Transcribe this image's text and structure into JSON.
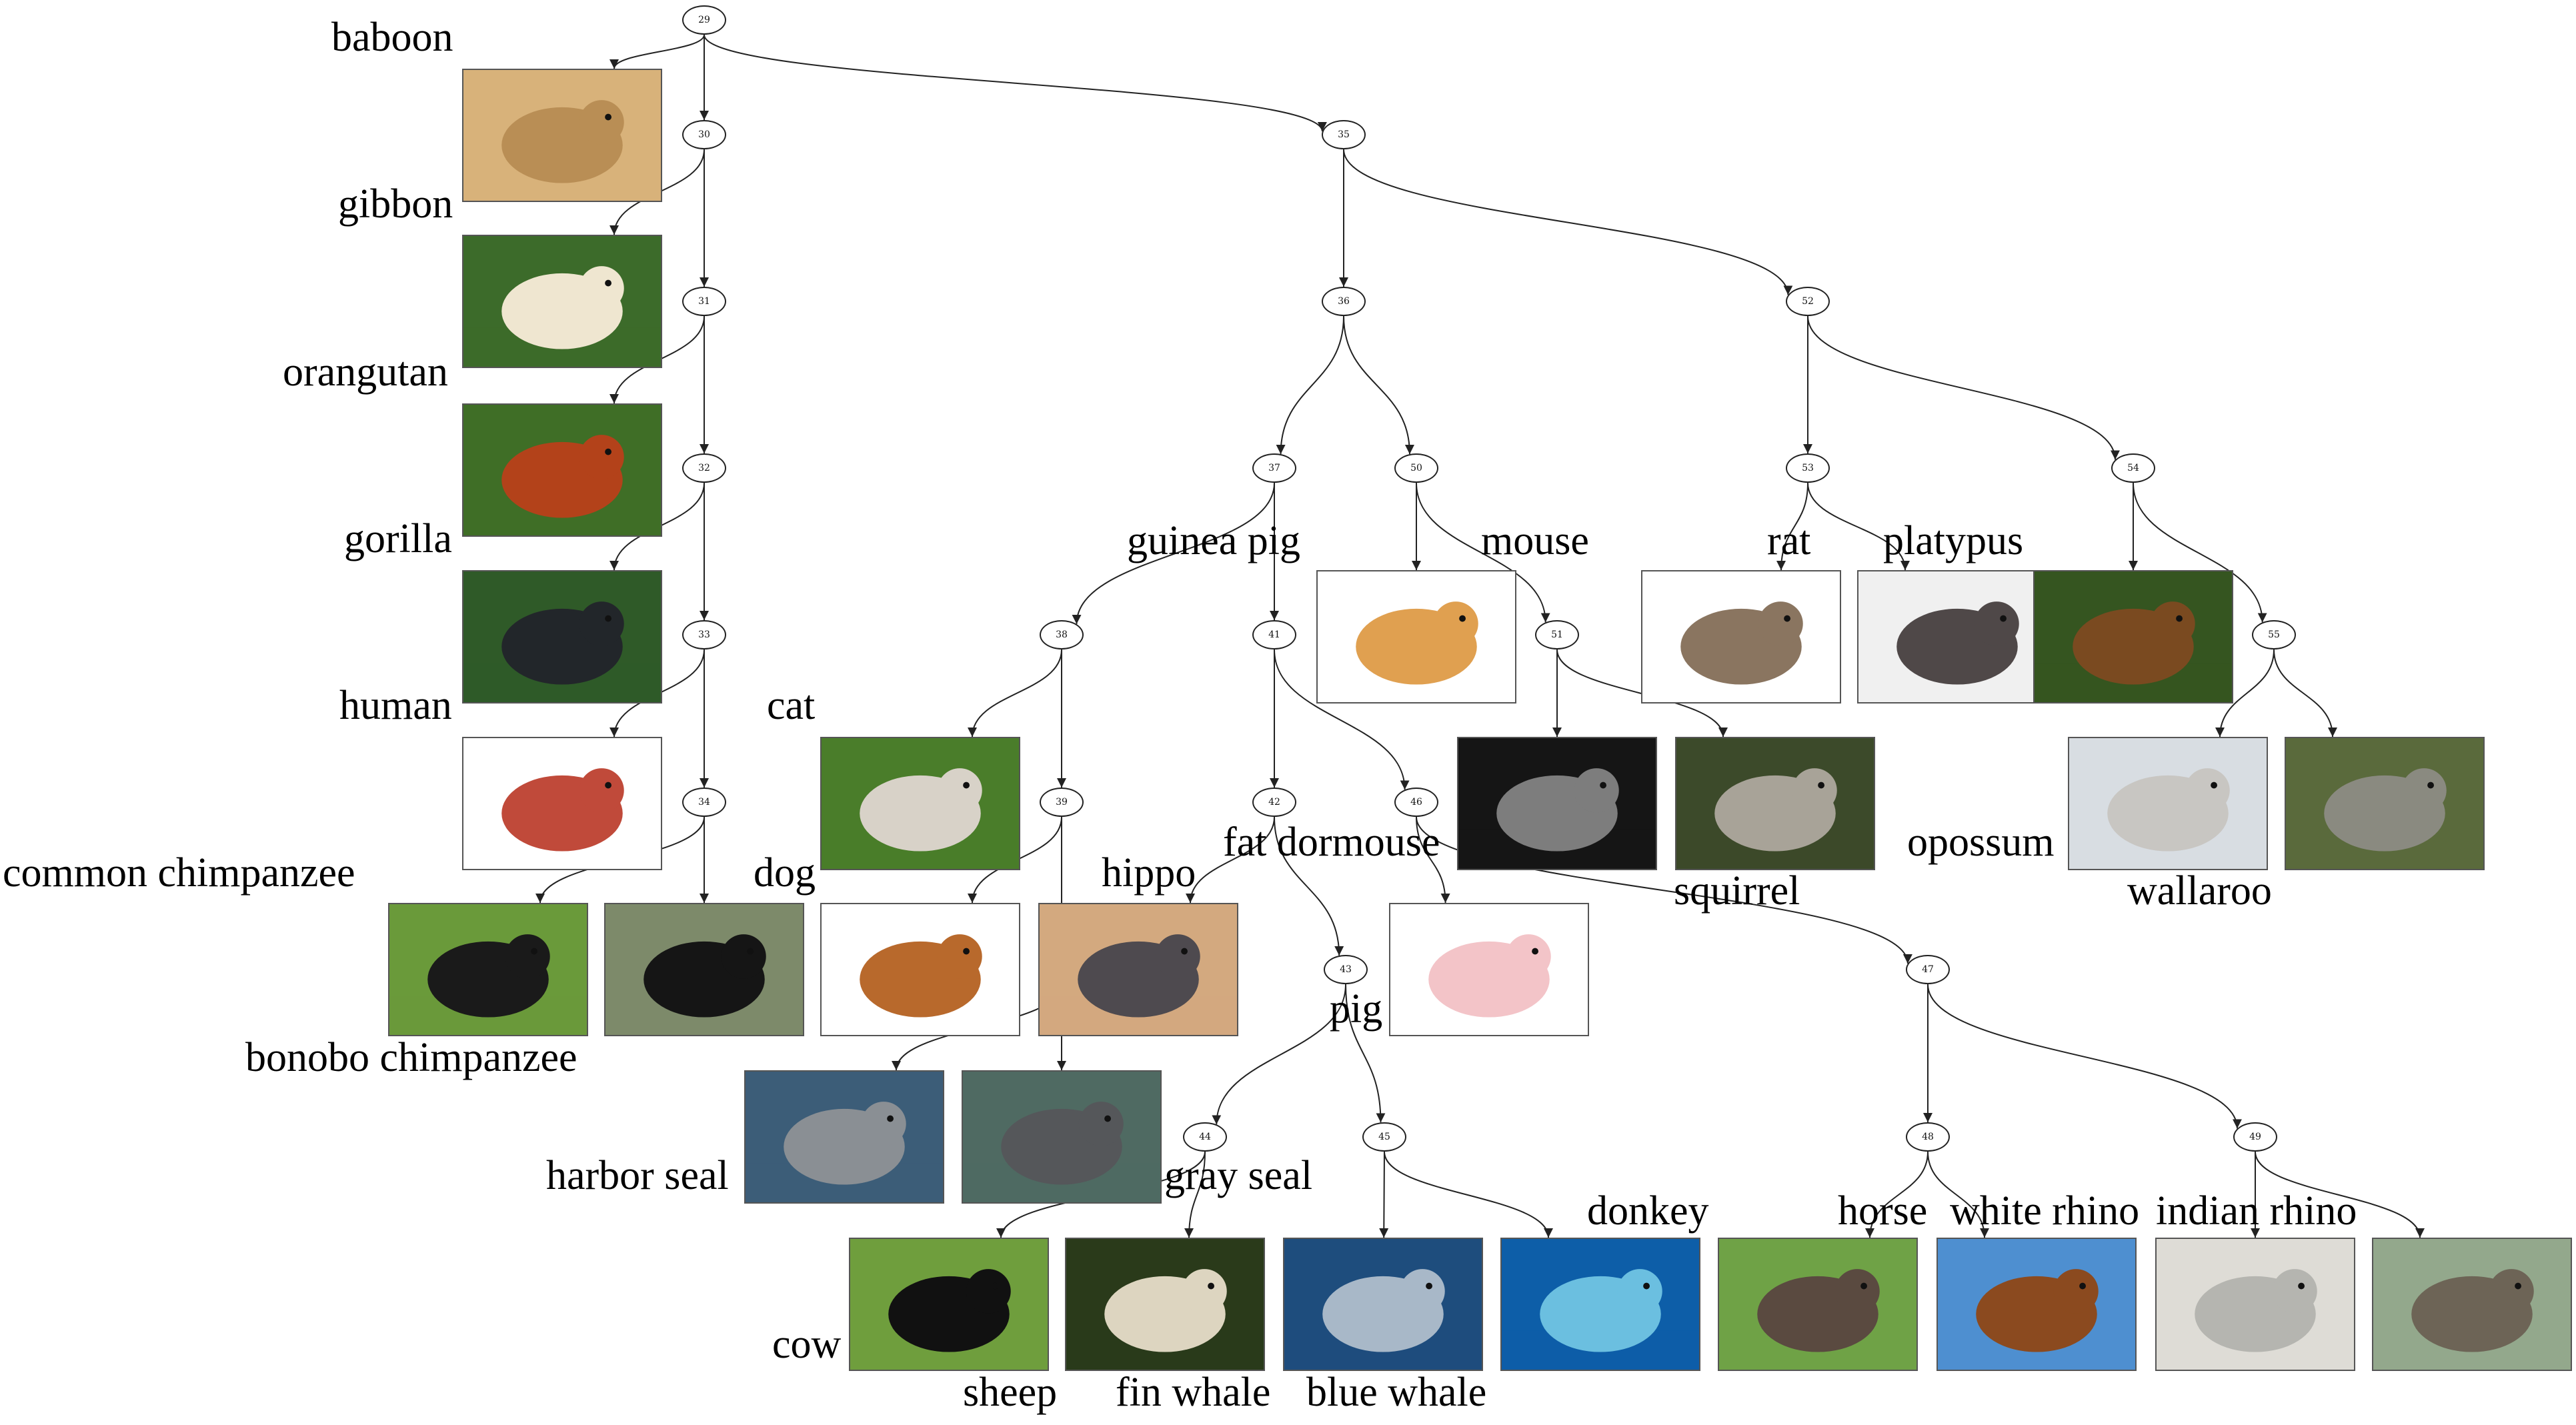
{
  "nodes": [
    {
      "id": "29"
    },
    {
      "id": "30"
    },
    {
      "id": "31"
    },
    {
      "id": "32"
    },
    {
      "id": "33"
    },
    {
      "id": "34"
    },
    {
      "id": "35"
    },
    {
      "id": "36"
    },
    {
      "id": "37"
    },
    {
      "id": "38"
    },
    {
      "id": "39"
    },
    {
      "id": "40"
    },
    {
      "id": "41"
    },
    {
      "id": "42"
    },
    {
      "id": "43"
    },
    {
      "id": "44"
    },
    {
      "id": "45"
    },
    {
      "id": "46"
    },
    {
      "id": "47"
    },
    {
      "id": "48"
    },
    {
      "id": "49"
    },
    {
      "id": "50"
    },
    {
      "id": "51"
    },
    {
      "id": "52"
    },
    {
      "id": "53"
    },
    {
      "id": "54"
    },
    {
      "id": "55"
    }
  ],
  "leaves": [
    {
      "id": "img-baboon",
      "label": "baboon",
      "fg": "#b98e55",
      "bg": "#d8b27a"
    },
    {
      "id": "img-gibbon",
      "label": "gibbon",
      "fg": "#efe6d0",
      "bg": "#3c6b2a"
    },
    {
      "id": "img-orangutan",
      "label": "orangutan",
      "fg": "#b3421a",
      "bg": "#3f6e26"
    },
    {
      "id": "img-gorilla",
      "label": "gorilla",
      "fg": "#22262a",
      "bg": "#2f5a28"
    },
    {
      "id": "img-human",
      "label": "human",
      "fg": "#c04a3a",
      "bg": "#ffffff"
    },
    {
      "id": "img-common-chimp",
      "label": "common chimpanzee",
      "fg": "#1a1a1a",
      "bg": "#6a9a3a"
    },
    {
      "id": "img-bonobo",
      "label": "bonobo chimpanzee",
      "fg": "#151515",
      "bg": "#7d8a6a"
    },
    {
      "id": "img-cat",
      "label": "cat",
      "fg": "#d8d2c8",
      "bg": "#4a7d2a"
    },
    {
      "id": "img-dog",
      "label": "dog",
      "fg": "#b8692c",
      "bg": "#ffffff"
    },
    {
      "id": "img-harbor-seal",
      "label": "harbor seal",
      "fg": "#8a8f94",
      "bg": "#3c5d78"
    },
    {
      "id": "img-gray-seal",
      "label": "gray seal",
      "fg": "#55575a",
      "bg": "#4f6a62"
    },
    {
      "id": "img-hippo",
      "label": "hippo",
      "fg": "#4e4a4f",
      "bg": "#d3a97f"
    },
    {
      "id": "img-pig",
      "label": "pig",
      "fg": "#f3c4c8",
      "bg": "#ffffff"
    },
    {
      "id": "img-cow",
      "label": "cow",
      "fg": "#111111",
      "bg": "#6f9e3d"
    },
    {
      "id": "img-sheep",
      "label": "sheep",
      "fg": "#ddd5c0",
      "bg": "#2a3a1a"
    },
    {
      "id": "img-fin-whale",
      "label": "fin whale",
      "fg": "#a8b8c8",
      "bg": "#1e4d7d"
    },
    {
      "id": "img-blue-whale",
      "label": "blue whale",
      "fg": "#6bbfe0",
      "bg": "#0d5ea8"
    },
    {
      "id": "img-donkey",
      "label": "donkey",
      "fg": "#5a4a40",
      "bg": "#6fa246"
    },
    {
      "id": "img-horse",
      "label": "horse",
      "fg": "#8b4a1f",
      "bg": "#4e8fd0"
    },
    {
      "id": "img-white-rhino",
      "label": "white rhino",
      "fg": "#b5b5b0",
      "bg": "#dedcd6"
    },
    {
      "id": "img-indian-rhino",
      "label": "indian rhino",
      "fg": "#6d6456",
      "bg": "#93a88c"
    },
    {
      "id": "img-guinea-pig",
      "label": "guinea pig",
      "fg": "#e0a050",
      "bg": "#ffffff"
    },
    {
      "id": "img-fat-dormouse",
      "label": "fat dormouse",
      "fg": "#7d7d7d",
      "bg": "#151515"
    },
    {
      "id": "img-squirrel",
      "label": "squirrel",
      "fg": "#a8a398",
      "bg": "#3c4a2a"
    },
    {
      "id": "img-mouse",
      "label": "mouse",
      "fg": "#8a7560",
      "bg": "#ffffff"
    },
    {
      "id": "img-rat",
      "label": "rat",
      "fg": "#4f4848",
      "bg": "#f0f0f0"
    },
    {
      "id": "img-platypus",
      "label": "platypus",
      "fg": "#7a4a20",
      "bg": "#355520"
    },
    {
      "id": "img-opossum",
      "label": "opossum",
      "fg": "#c8c6c2",
      "bg": "#d8dde2"
    },
    {
      "id": "img-wallaroo",
      "label": "wallaroo",
      "fg": "#8a8a80",
      "bg": "#5a6a3c"
    }
  ],
  "edges": [
    [
      "29",
      "img-baboon"
    ],
    [
      "29",
      "30"
    ],
    [
      "29",
      "35"
    ],
    [
      "30",
      "img-gibbon"
    ],
    [
      "30",
      "31"
    ],
    [
      "31",
      "img-orangutan"
    ],
    [
      "31",
      "32"
    ],
    [
      "32",
      "img-gorilla"
    ],
    [
      "32",
      "33"
    ],
    [
      "33",
      "img-human"
    ],
    [
      "33",
      "34"
    ],
    [
      "34",
      "img-common-chimp"
    ],
    [
      "34",
      "img-bonobo"
    ],
    [
      "35",
      "36"
    ],
    [
      "35",
      "52"
    ],
    [
      "36",
      "37"
    ],
    [
      "36",
      "50"
    ],
    [
      "37",
      "38"
    ],
    [
      "37",
      "41"
    ],
    [
      "38",
      "img-cat"
    ],
    [
      "38",
      "39"
    ],
    [
      "39",
      "img-dog"
    ],
    [
      "39",
      "40"
    ],
    [
      "40",
      "img-harbor-seal"
    ],
    [
      "40",
      "img-gray-seal"
    ],
    [
      "41",
      "42"
    ],
    [
      "41",
      "46"
    ],
    [
      "42",
      "img-hippo"
    ],
    [
      "42",
      "43"
    ],
    [
      "43",
      "44"
    ],
    [
      "43",
      "45"
    ],
    [
      "44",
      "img-cow"
    ],
    [
      "44",
      "img-sheep"
    ],
    [
      "45",
      "img-fin-whale"
    ],
    [
      "45",
      "img-blue-whale"
    ],
    [
      "46",
      "img-pig"
    ],
    [
      "46",
      "47"
    ],
    [
      "47",
      "48"
    ],
    [
      "47",
      "49"
    ],
    [
      "48",
      "img-donkey"
    ],
    [
      "48",
      "img-horse"
    ],
    [
      "49",
      "img-white-rhino"
    ],
    [
      "49",
      "img-indian-rhino"
    ],
    [
      "50",
      "img-guinea-pig"
    ],
    [
      "50",
      "51"
    ],
    [
      "51",
      "img-fat-dormouse"
    ],
    [
      "51",
      "img-squirrel"
    ],
    [
      "52",
      "53"
    ],
    [
      "52",
      "54"
    ],
    [
      "53",
      "img-mouse"
    ],
    [
      "53",
      "img-rat"
    ],
    [
      "54",
      "img-platypus"
    ],
    [
      "54",
      "55"
    ],
    [
      "55",
      "img-opossum"
    ],
    [
      "55",
      "img-wallaroo"
    ]
  ]
}
